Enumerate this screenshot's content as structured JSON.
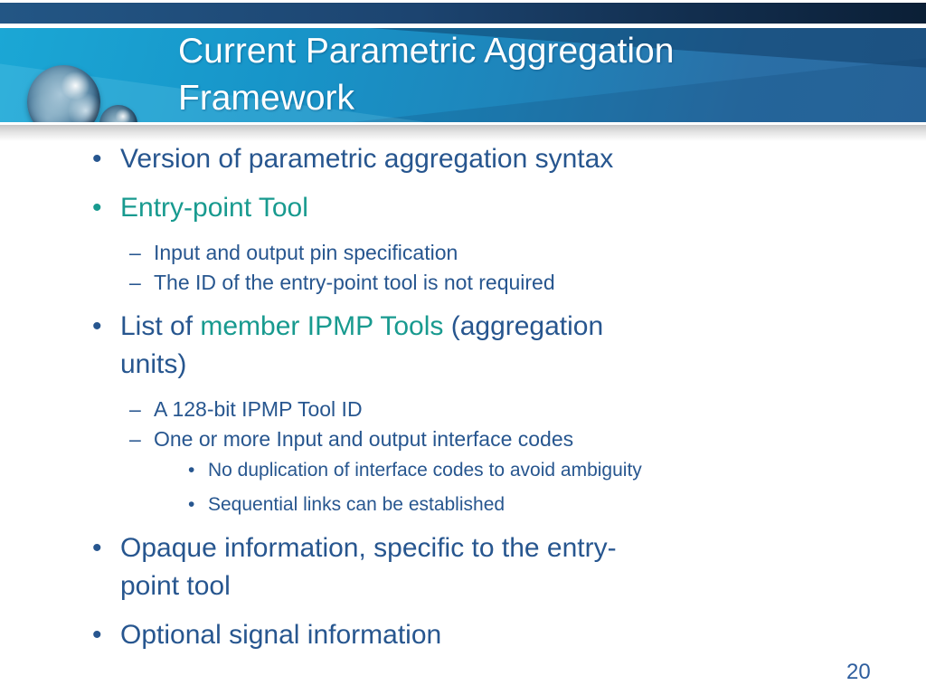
{
  "slide": {
    "title": "Current Parametric Aggregation\nFramework",
    "page_number": "20"
  },
  "colors": {
    "blue": "#27568F",
    "teal": "#189A8F",
    "title_text": "#FFFFFF",
    "page_number_text": "#2E5E9E",
    "header_band_left": "#1BA7D5",
    "header_band_right": "#2C6BA2",
    "top_strip_left": "#235685",
    "top_strip_right": "#0B1F36"
  },
  "logo": {
    "description": "two metallic blue spheres"
  },
  "bullets": {
    "items": [
      {
        "level": 1,
        "bullet": "•",
        "segments": [
          {
            "text": "Version of parametric aggregation syntax",
            "color": "blue"
          }
        ]
      },
      {
        "level": 1,
        "bullet": "•",
        "segments": [
          {
            "text": "Entry-point Tool",
            "color": "teal"
          }
        ]
      },
      {
        "level": 2,
        "bullet": "–",
        "segments": [
          {
            "text": "Input and output pin specification",
            "color": "blue"
          }
        ]
      },
      {
        "level": 2,
        "bullet": "–",
        "segments": [
          {
            "text": "The ID of the entry-point tool is not required",
            "color": "blue"
          }
        ]
      },
      {
        "level": 1,
        "bullet": "•",
        "segments": [
          {
            "text": "List of ",
            "color": "blue"
          },
          {
            "text": "member IPMP Tools",
            "color": "teal"
          },
          {
            "text": " (aggregation\nunits)",
            "color": "blue"
          }
        ]
      },
      {
        "level": 2,
        "bullet": "–",
        "segments": [
          {
            "text": "A 128-bit IPMP Tool ID",
            "color": "blue"
          }
        ]
      },
      {
        "level": 2,
        "bullet": "–",
        "segments": [
          {
            "text": "One or more Input and output interface codes",
            "color": "blue"
          }
        ]
      },
      {
        "level": 3,
        "bullet": "•",
        "segments": [
          {
            "text": "No duplication of interface codes to avoid ambiguity",
            "color": "blue"
          }
        ]
      },
      {
        "level": 3,
        "bullet": "•",
        "segments": [
          {
            "text": "Sequential links can be established",
            "color": "blue"
          }
        ]
      },
      {
        "level": 1,
        "bullet": "•",
        "segments": [
          {
            "text": "Opaque information, specific to the entry-\npoint tool",
            "color": "blue"
          }
        ]
      },
      {
        "level": 1,
        "bullet": "•",
        "segments": [
          {
            "text": "Optional signal information",
            "color": "blue"
          }
        ]
      }
    ]
  }
}
